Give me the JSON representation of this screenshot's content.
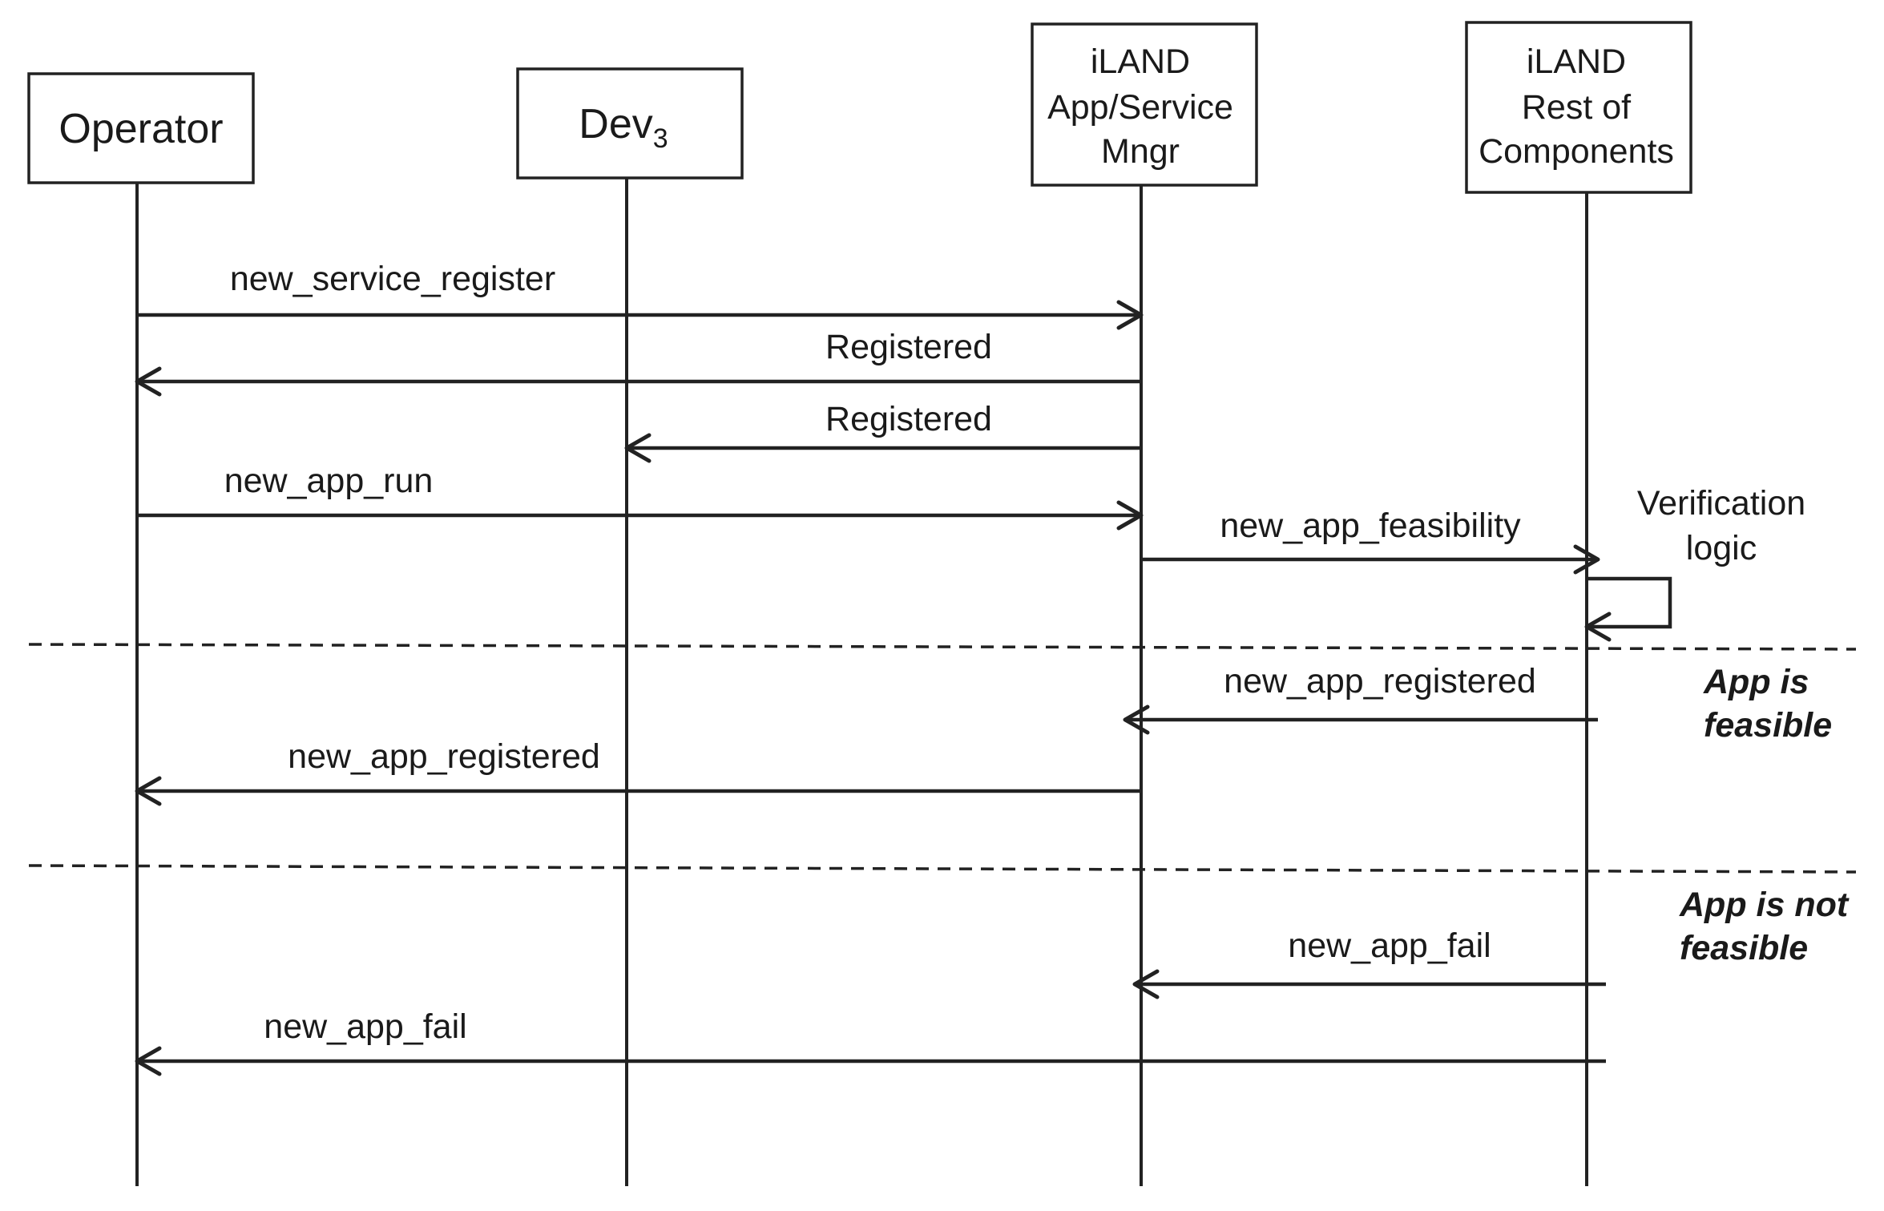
{
  "participants": [
    {
      "id": "operator",
      "lines": [
        "Operator"
      ]
    },
    {
      "id": "dev3",
      "lines": [
        "Dev"
      ],
      "subscript": "3"
    },
    {
      "id": "manager",
      "lines": [
        "iLAND",
        "App/Service",
        "Mngr"
      ]
    },
    {
      "id": "rest",
      "lines": [
        "iLAND",
        "Rest of",
        "Components"
      ]
    }
  ],
  "messages": [
    {
      "from": "operator",
      "to": "manager",
      "label": "new_service_register"
    },
    {
      "from": "manager",
      "to": "operator",
      "label": "Registered"
    },
    {
      "from": "manager",
      "to": "dev3",
      "label": "Registered"
    },
    {
      "from": "operator",
      "to": "manager",
      "label": "new_app_run"
    },
    {
      "from": "manager",
      "to": "rest",
      "label": "new_app_feasibility"
    },
    {
      "from": "rest",
      "to": "rest",
      "label": "Verification logic",
      "self": true
    },
    {
      "from": "rest",
      "to": "manager",
      "label": "new_app_registered"
    },
    {
      "from": "manager",
      "to": "operator",
      "label": "new_app_registered"
    },
    {
      "from": "rest",
      "to": "manager",
      "label": "new_app_fail"
    },
    {
      "from": "rest",
      "to": "operator",
      "label": "new_app_fail"
    }
  ],
  "self_call": {
    "lines": [
      "Verification",
      "logic"
    ]
  },
  "cases": [
    {
      "id": "feasible",
      "lines": [
        "App is",
        "feasible"
      ]
    },
    {
      "id": "not-feasible",
      "lines": [
        "App is not",
        "feasible"
      ]
    }
  ]
}
